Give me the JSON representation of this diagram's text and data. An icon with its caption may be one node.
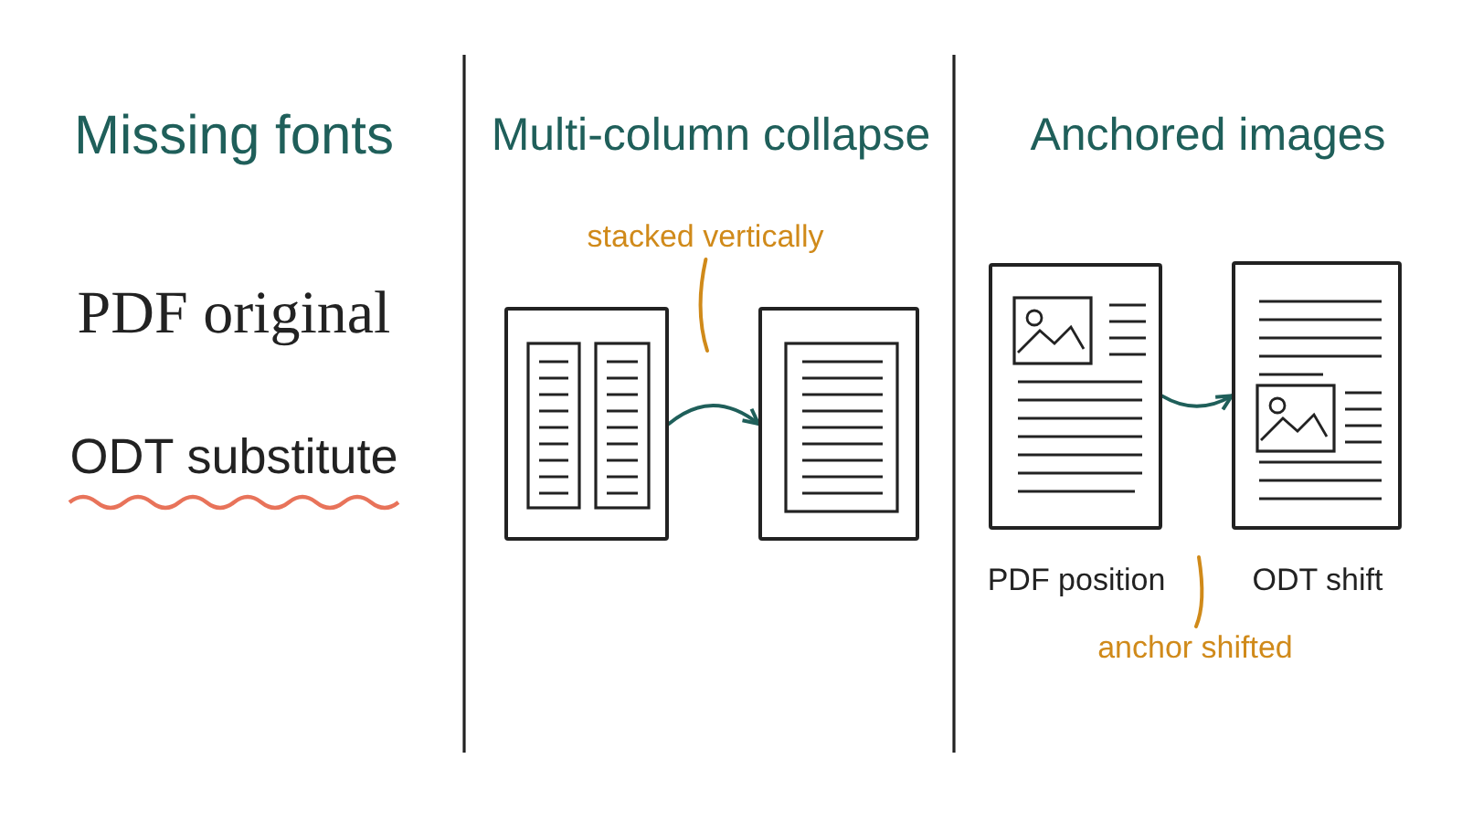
{
  "diagram": {
    "nodes": [
      {
        "text": [],
        "shape": "picture"
      },
      {
        "text": [],
        "shape": "picture"
      },
      {
        "text": [
          "stacked vertically"
        ]
      },
      {
        "text": [],
        "shape": "picture",
        "beside": [
          "PDF position"
        ]
      },
      {
        "text": [],
        "shape": "picture",
        "beside": [
          "ODT shift"
        ]
      },
      {
        "text": [
          "anchor shifted"
        ]
      }
    ],
    "edges": [
      {
        "from": 0,
        "to": 1,
        "arrow": "to"
      },
      {
        "from": 3,
        "to": 4,
        "arrow": "to"
      },
      {
        "from": 2,
        "to": null,
        "arrow": "none",
        "color": "#d08a1a"
      },
      {
        "from": 5,
        "to": null,
        "arrow": "none",
        "color": "#d08a1a"
      }
    ],
    "labels": [
      "Missing fonts",
      "PDF original",
      "ODT substitute",
      "Multi-column collapse",
      "Anchored images"
    ]
  }
}
